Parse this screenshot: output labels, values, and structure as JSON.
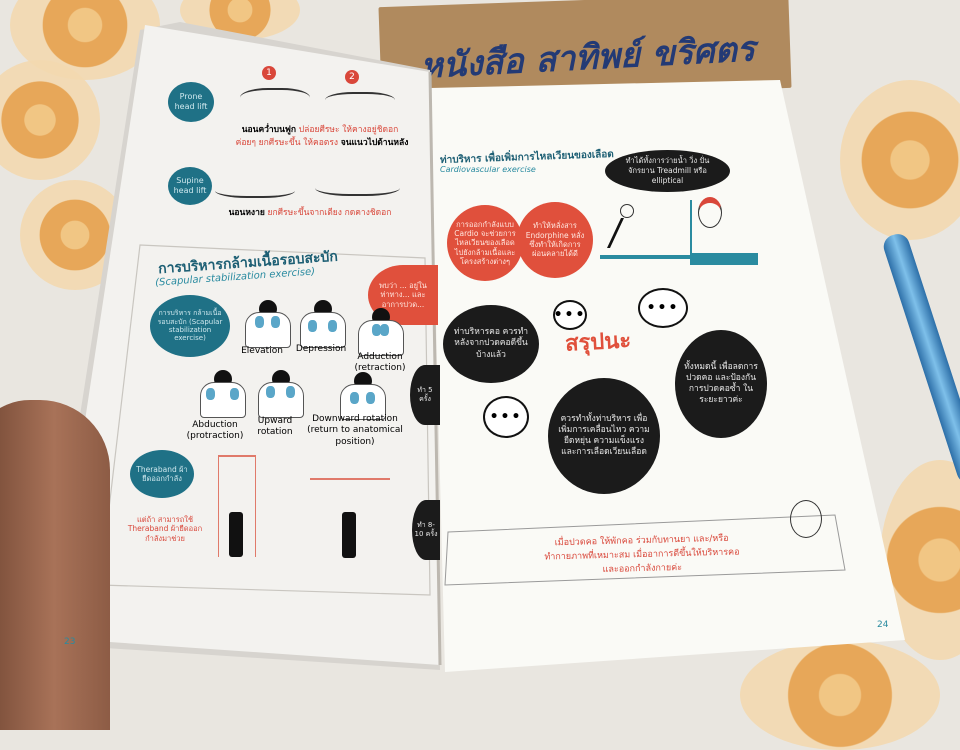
{
  "background": {
    "sign_text": "หนังสือ สาทิพย์ ขริศตร",
    "colors": {
      "tablecloth": "#e9e6e0",
      "flower": "#e7a04a",
      "sign": "#b08a5e",
      "pen": "#4a9fd6"
    }
  },
  "left_page": {
    "page_number": "23",
    "head_lift": {
      "prone_label": "Prone head lift",
      "supine_label": "Supine head lift",
      "step_1": "1",
      "step_2": "2",
      "prone_line1_black": "นอนคว่ำบนฟูก",
      "prone_line1_red": "ปล่อยศีรษะ ให้คางอยู่ชิดอก",
      "prone_line2_red": "ค่อยๆ ยกศีรษะขึ้น ให้คอตรง",
      "prone_line2_black": "จนแนวไปด้านหลัง",
      "supine_line_black": "นอนหงาย",
      "supine_line_red": "ยกศีรษะขึ้นจากเตียง กดคางชิดอก"
    },
    "scapular": {
      "title": "การบริหารกล้ามเนื้อรอบสะบัก",
      "subtitle": "(Scapular stabilization exercise)",
      "bubble": "การบริหาร กล้ามเนื้อรอบสะบัก (Scapular stabilization exercise)",
      "red_note": "พบว่า ... อยู่ในท่าทาง... และอาการปวด...",
      "movements": [
        "Elevation",
        "Depression",
        "Adduction (retraction)",
        "Abduction (protraction)",
        "Upward rotation",
        "Downward rotation (return to anatomical position)"
      ],
      "side_bubbles": [
        "ทำ 5 ครั้ง",
        "ทำ 8-10 ครั้ง"
      ],
      "theraband_bubble": "Theraband ผ้ายืดออกกำลัง",
      "theraband_note": "แต่ถ้า สามารถใช้ Theraband ผ้ายืดออกกำลังมาช่วย"
    }
  },
  "right_page": {
    "page_number": "24",
    "title": "ท่าบริหาร เพื่อเพิ่มการไหลเวียนของเลือด",
    "subtitle": "Cardiovascular exercise",
    "activity_bubble": "ทำได้ทั้งการว่ายน้ำ วิ่ง ปั่นจักรยาน Treadmill หรือ elliptical",
    "red_circle_1": "การออกกำลังแบบ Cardio จะช่วยการไหลเวียนของเลือดไปยังกล้ามเนื้อและโครงสร้างต่างๆ",
    "red_circle_2": "ทำให้หลั่งสาร Endorphine หลั่ง ซึ่งทำให้เกิดการผ่อนคลายได้ดี",
    "summary_title": "สรุปนะ",
    "ellipsis": "•••",
    "bubble_left": "ท่าบริหารคอ ควรทำหลังจากปวดคอดีขึ้นบ้างแล้ว",
    "bubble_right": "ทั้งหมดนี้ เพื่อลดการปวดคอ และป้องกัน การปวดคอซ้ำ ในระยะยาวค่ะ",
    "bubble_center": "ควรทำทั้งท่าบริหาร เพื่อเพิ่มการเคลื่อนไหว ความยืดหยุ่น ความแข็งแรง และการเลือดเวียนเลือด",
    "advice_box": [
      "เมื่อปวดคอ ให้พักคอ ร่วมกับทานยา และ/หรือ",
      "ทำกายภาพที่เหมาะสม เมื่ออาการดีขึ้นให้บริหารคอ",
      "และออกกำลังกายค่ะ"
    ]
  }
}
